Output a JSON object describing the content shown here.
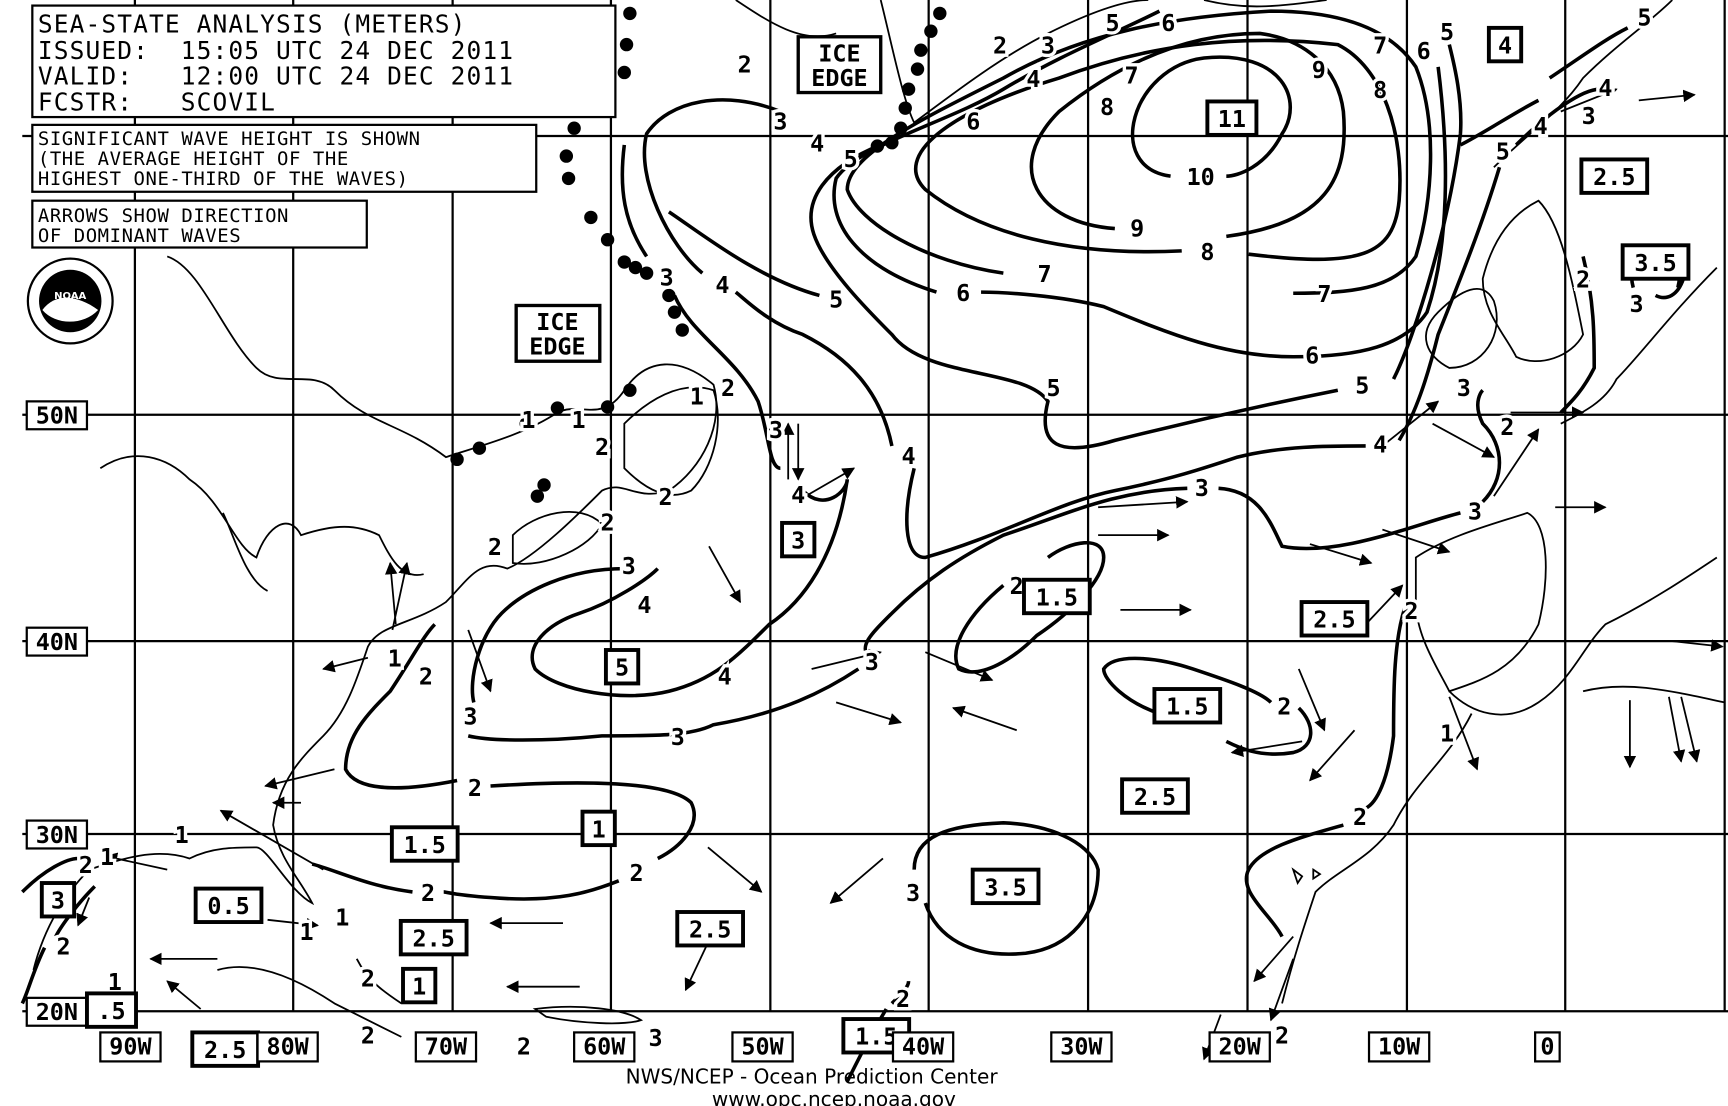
{
  "header": {
    "title": "SEA-STATE ANALYSIS (METERS)",
    "issued": "ISSUED:  15:05 UTC 24 DEC 2011",
    "valid": "VALID:   12:00 UTC 24 DEC 2011",
    "forecaster": "FCSTR:   SCOVIL"
  },
  "notes": {
    "wave_height": [
      "SIGNIFICANT WAVE HEIGHT IS SHOWN",
      "(THE AVERAGE HEIGHT OF THE",
      "HIGHEST ONE-THIRD OF THE WAVES)"
    ],
    "arrows": [
      "ARROWS SHOW DIRECTION",
      "OF DOMINANT WAVES"
    ]
  },
  "latitude_labels": [
    "50N",
    "40N",
    "30N",
    "20N"
  ],
  "longitude_labels": [
    "90W",
    "80W",
    "70W",
    "60W",
    "50W",
    "40W",
    "30W",
    "20W",
    "10W",
    "0"
  ],
  "ice_edge_label": [
    "ICE",
    "EDGE"
  ],
  "contour_labels": [
    "2",
    "3",
    "4",
    "5",
    "6",
    "2",
    "3",
    "4",
    "5",
    "6",
    "7",
    "8",
    "9",
    "7",
    "8",
    "6",
    "5",
    "10",
    "9",
    "8",
    "7",
    "7",
    "6",
    "6",
    "5",
    "5",
    "5",
    "4",
    "3",
    "1",
    "2",
    "4",
    "4",
    "3",
    "3",
    "3",
    "2",
    "2",
    "3",
    "4",
    "3",
    "5",
    "5",
    "4",
    "3",
    "4",
    "3",
    "4",
    "2",
    "2",
    "2",
    "2",
    "1",
    "1",
    "1",
    "2",
    "3",
    "4",
    "3",
    "3",
    "2",
    "2",
    "2",
    "2",
    "2",
    "2",
    "2",
    "3",
    "1",
    "2",
    "2",
    "1",
    "2",
    "2",
    "1",
    "1",
    "1",
    "1",
    "2",
    "2",
    "3",
    "2"
  ],
  "boxed_values": [
    "11",
    "4",
    "2.5",
    "3.5",
    "1.5",
    "2.5",
    "3",
    "5",
    "1.5",
    "2.5",
    "1",
    "1.5",
    "3.5",
    "0.5",
    "3",
    "2.5",
    "2.5",
    "1",
    "2.5",
    ".5",
    "1.5"
  ],
  "footer": {
    "agency": "NWS/NCEP - Ocean Prediction Center",
    "url": "www.opc.ncep.noaa.gov"
  },
  "logo": "NOAA"
}
